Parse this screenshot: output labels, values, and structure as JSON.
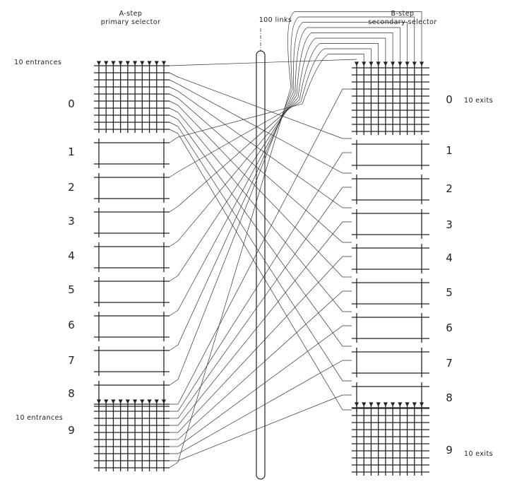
{
  "a_step": {
    "title_line1": "A-step",
    "title_line2": "primary selector",
    "entrances_top": "10 entrances",
    "entrances_bottom": "10 entrances"
  },
  "links": {
    "label": "100 links"
  },
  "b_step": {
    "title_line1": "B-step",
    "title_line2": "secondary selector",
    "exits_top": "10 exits",
    "exits_bottom": "10 exits"
  },
  "a_digits": [
    "0",
    "1",
    "2",
    "3",
    "4",
    "5",
    "6",
    "7",
    "8",
    "9"
  ],
  "b_digits": [
    "0",
    "1",
    "2",
    "3",
    "4",
    "5",
    "6",
    "7",
    "8",
    "9"
  ],
  "colors": {
    "ink": "#222222",
    "background": "#ffffff"
  }
}
